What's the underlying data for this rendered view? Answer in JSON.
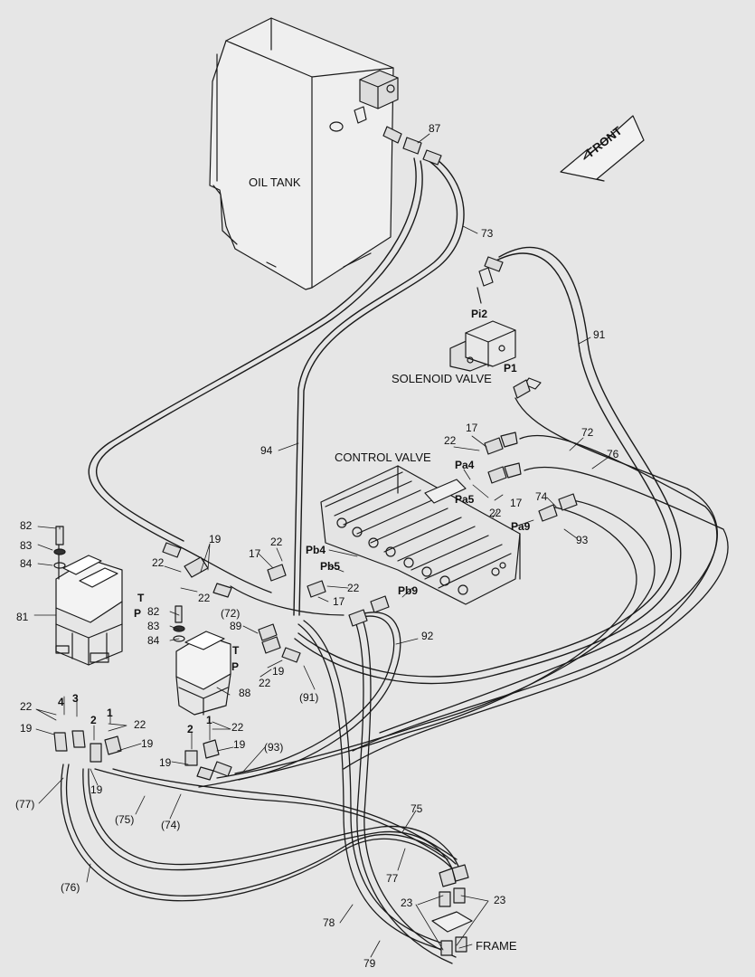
{
  "labels": {
    "oil_tank": "OIL TANK",
    "front": "FRONT",
    "solenoid_valve": "SOLENOID VALVE",
    "control_valve": "CONTROL VALVE",
    "frame": "FRAME",
    "p87": "87",
    "p73": "73",
    "p91": "91",
    "p94": "94",
    "p72": "72",
    "p76": "76",
    "p74": "74",
    "p93": "93",
    "p17a": "17",
    "p17b": "17",
    "p17c": "17",
    "p17d": "17",
    "p22a": "22",
    "p22b": "22",
    "p22c": "22",
    "p22d": "22",
    "p22e": "22",
    "p22f": "22",
    "p22g": "22",
    "p22h": "22",
    "p22i": "22",
    "p19a": "19",
    "p19b": "19",
    "p19c": "19",
    "p19d": "19",
    "p19e": "19",
    "p19f": "19",
    "p19g": "19",
    "p82a": "82",
    "p83a": "83",
    "p84a": "84",
    "p81": "81",
    "p82b": "82",
    "p83b": "83",
    "p84b": "84",
    "p88": "88",
    "p89": "89",
    "p92": "92",
    "p72p": "(72)",
    "p91p": "(91)",
    "p93p": "(93)",
    "p77p": "(77)",
    "p75p": "(75)",
    "p74p": "(74)",
    "p76p": "(76)",
    "p75": "75",
    "p77": "77",
    "p78": "78",
    "p79": "79",
    "p23a": "23",
    "p23b": "23",
    "pi2": "Pi2",
    "port_p1": "P1",
    "pa4": "Pa4",
    "pa5": "Pa5",
    "pa9": "Pa9",
    "pb4": "Pb4",
    "pb5": "Pb5",
    "pb9": "Pb9",
    "t1": "T",
    "pp1": "P",
    "t2": "T",
    "pp2": "P",
    "n4": "4",
    "n3": "3",
    "n2a": "2",
    "n1a": "1",
    "n2b": "2",
    "n1b": "1"
  }
}
